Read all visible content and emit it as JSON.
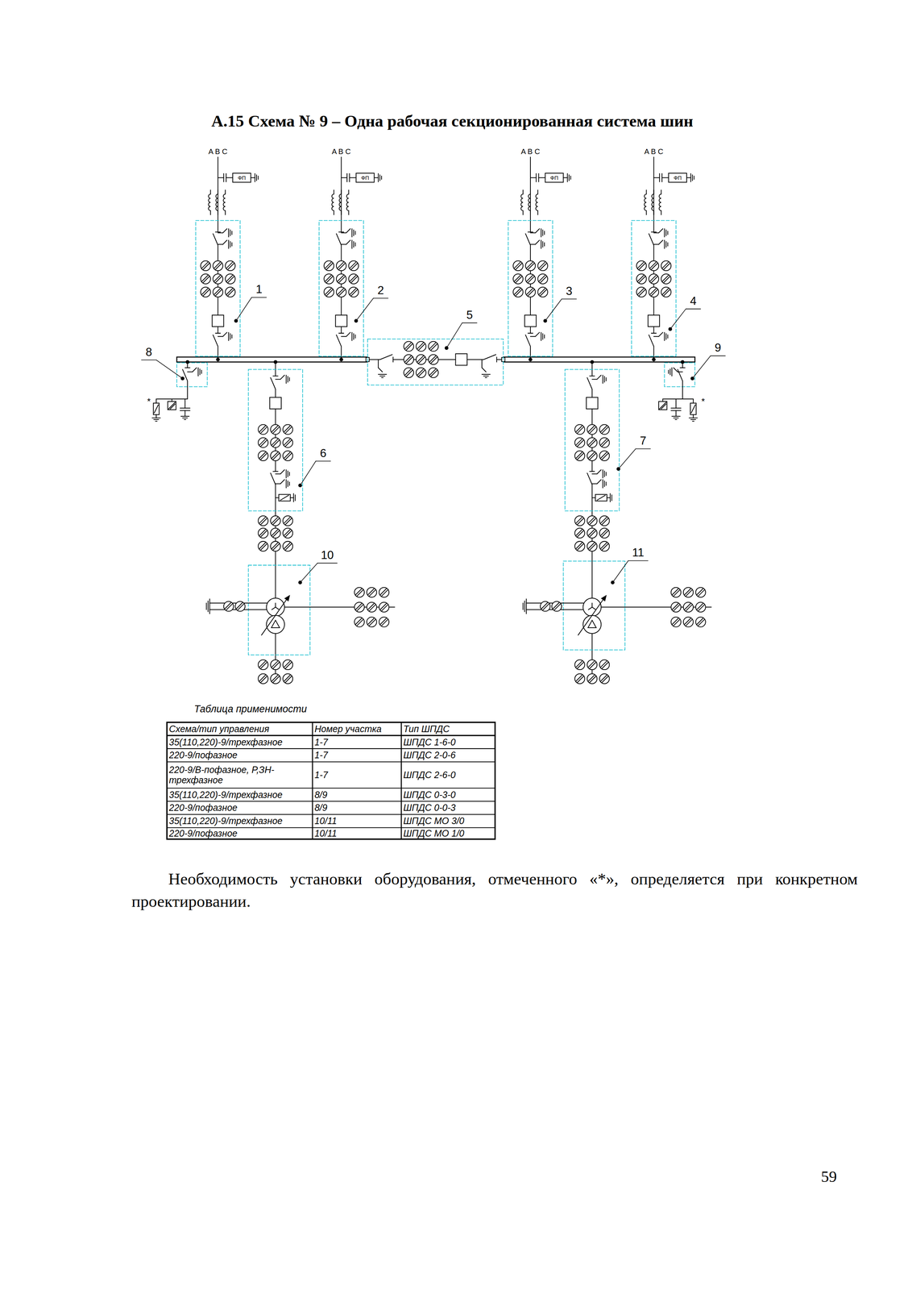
{
  "diagram": {
    "title": "А.15 Схема № 9 – Одна рабочая секционированная система шин",
    "labels": [
      "A B C",
      "A B C",
      "A B C",
      "A B C",
      "ФП",
      "ФП",
      "ФП",
      "ФП",
      "1",
      "2",
      "3",
      "4",
      "5",
      "6",
      "7",
      "8",
      "9",
      "10",
      "11",
      "*",
      "*",
      "Таблица применимости",
      "Схема/тип управления",
      "Номер участка",
      "Тип ШПДС",
      "35(110,220)-9/трехфазное",
      "1-7",
      "ШПДС 1-6-0",
      "220-9/пофазное",
      "1-7",
      "ШПДС 2-0-6",
      "220-9/В-пофазное, Р,ЗН-трехфазное",
      "1-7",
      "ШПДС 2-6-0",
      "35(110,220)-9/трехфазное",
      "8/9",
      "ШПДС 0-3-0",
      "220-9/пофазное",
      "8/9",
      "ШПДС 0-0-3",
      "35(110,220)-9/трехфазное",
      "10/11",
      "ШПДС МО 3/0",
      "220-9/пофазное",
      "10/11",
      "ШПДС МО 1/0",
      "Необходимость установки оборудования, отмеченного «*», определяется при конкретном проектировании.",
      "59"
    ]
  }
}
